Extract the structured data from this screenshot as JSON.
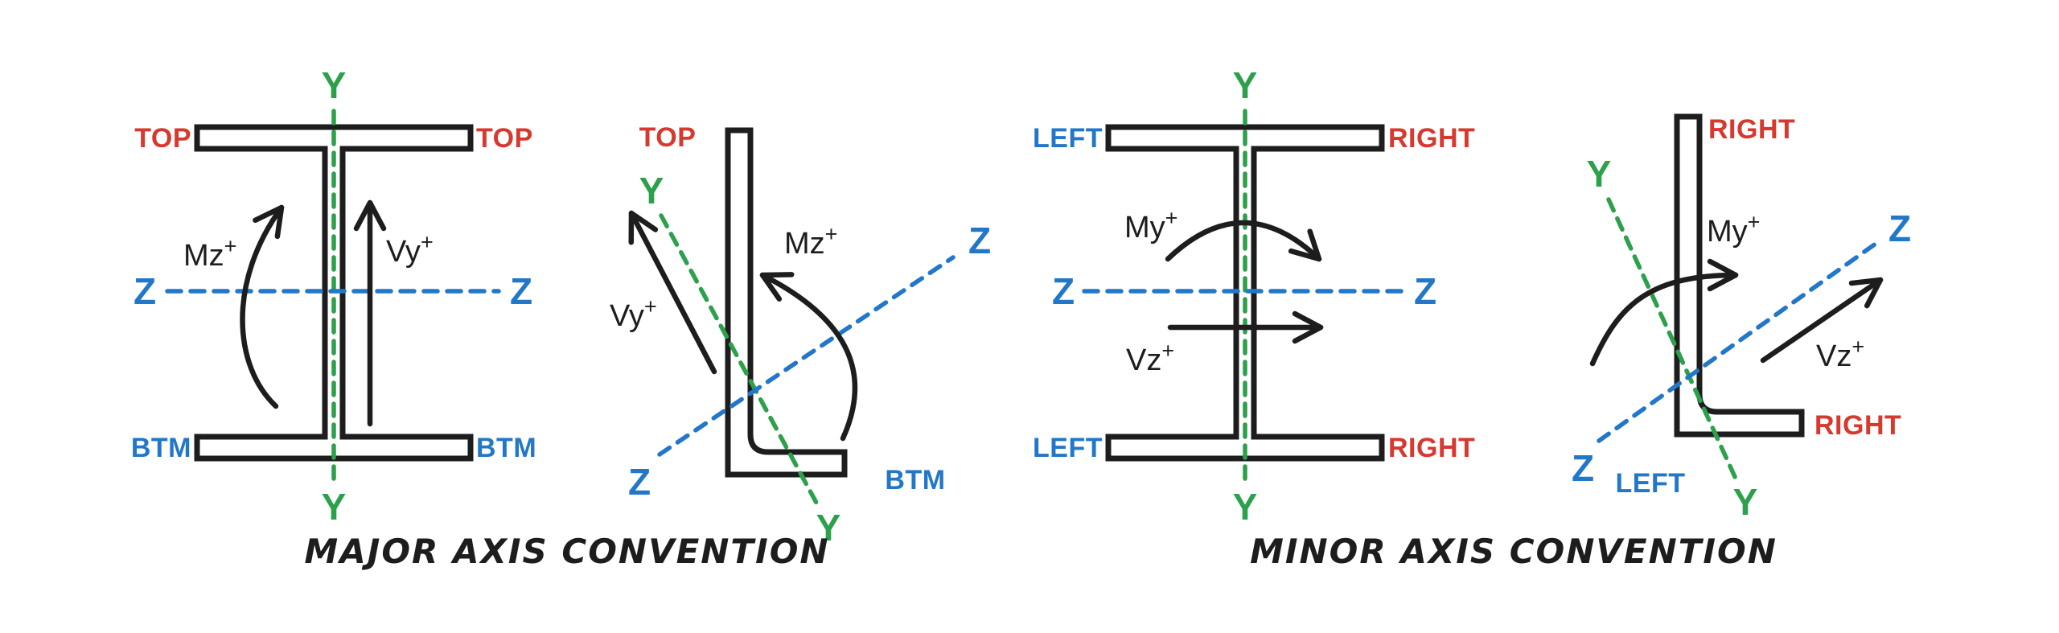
{
  "colors": {
    "red": "#d6392f",
    "blue": "#2277c8",
    "green": "#2da04b",
    "ink": "#1d1d1d",
    "background": "#ffffff"
  },
  "major": {
    "caption": "MAJOR AXIS CONVENTION",
    "ibeam": {
      "corner_tl": "TOP",
      "corner_tr": "TOP",
      "corner_bl": "BTM",
      "corner_br": "BTM",
      "y_top": "Y",
      "y_bottom": "Y",
      "z_left": "Z",
      "z_right": "Z",
      "moment": "Mz",
      "moment_sign": "+",
      "shear": "Vy",
      "shear_sign": "+"
    },
    "angle": {
      "corner_top": "TOP",
      "corner_bottom": "BTM",
      "y_top": "Y",
      "y_bottom": "Y",
      "z_start": "Z",
      "z_end": "Z",
      "moment": "Mz",
      "moment_sign": "+",
      "shear": "Vy",
      "shear_sign": "+"
    }
  },
  "minor": {
    "caption": "MINOR AXIS CONVENTION",
    "ibeam": {
      "corner_tl": "LEFT",
      "corner_tr": "RIGHT",
      "corner_bl": "LEFT",
      "corner_br": "RIGHT",
      "y_top": "Y",
      "y_bottom": "Y",
      "z_left": "Z",
      "z_right": "Z",
      "moment": "My",
      "moment_sign": "+",
      "shear": "Vz",
      "shear_sign": "+"
    },
    "angle": {
      "corner_top": "RIGHT",
      "corner_right": "RIGHT",
      "corner_bottom_left": "LEFT",
      "y_top": "Y",
      "y_bottom": "Y",
      "z_start": "Z",
      "z_end": "Z",
      "moment": "My",
      "moment_sign": "+",
      "shear": "Vz",
      "shear_sign": "+"
    }
  }
}
